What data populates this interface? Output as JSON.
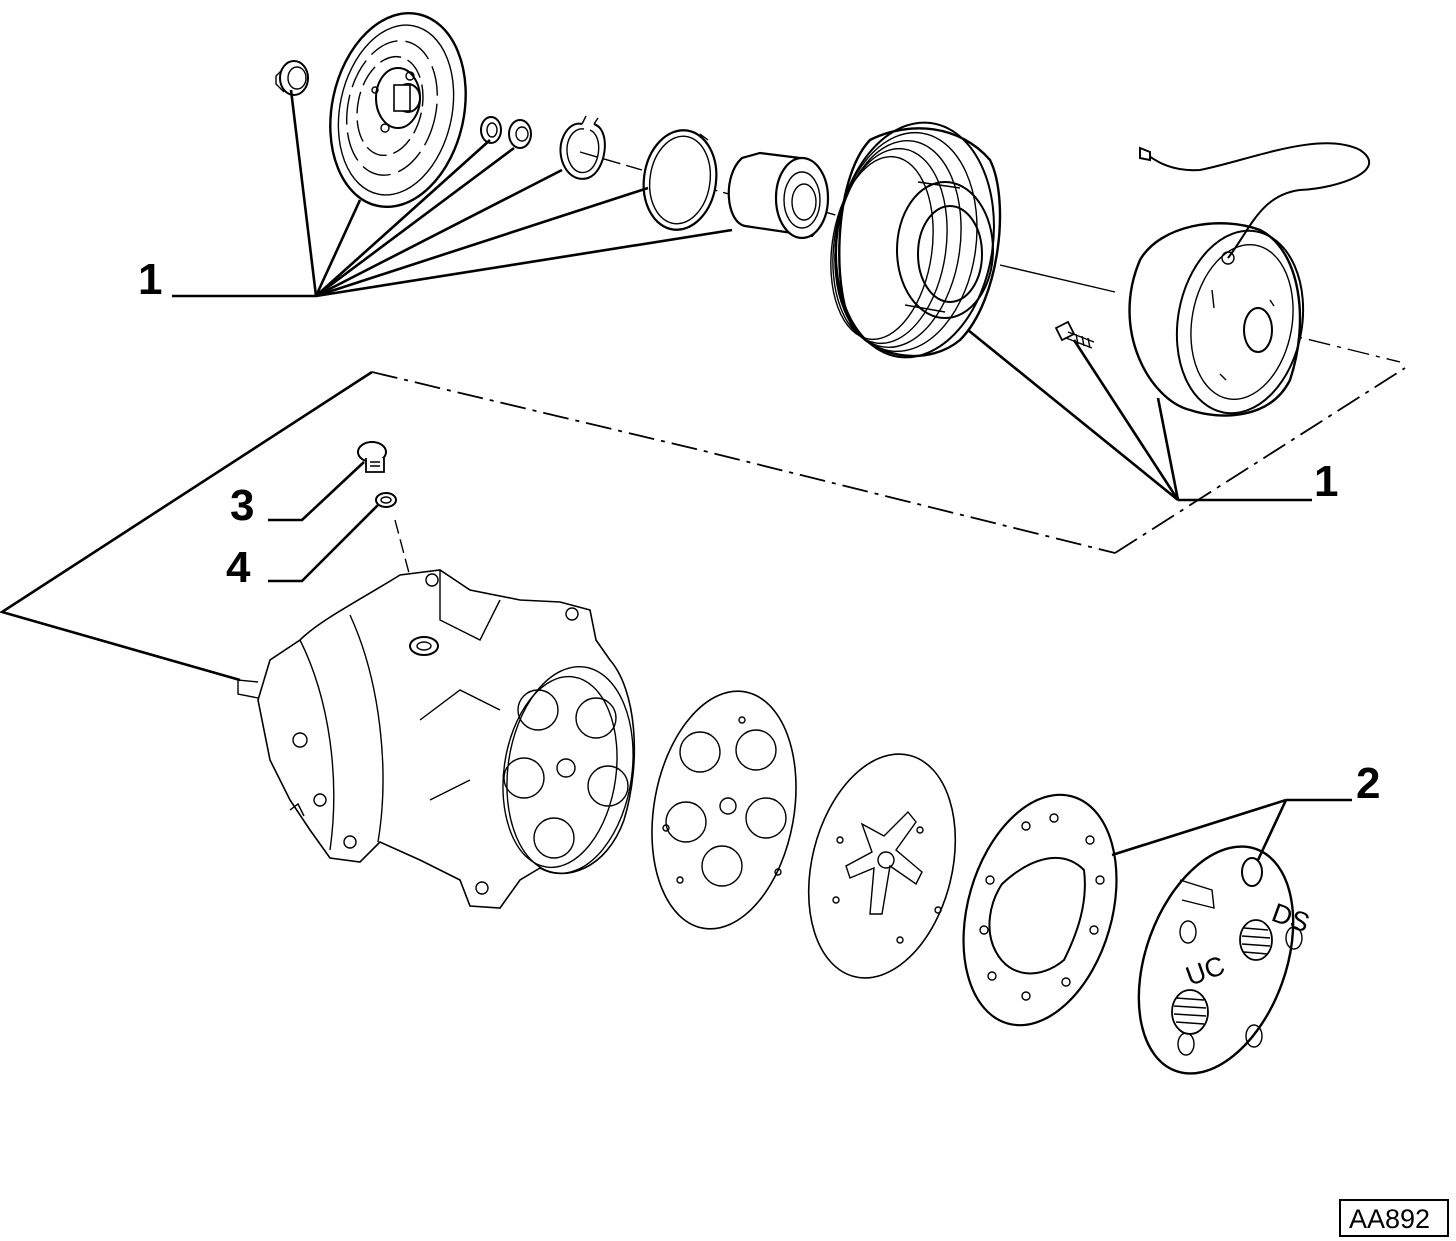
{
  "callouts": [
    {
      "id": "clutch-upper",
      "label": "1"
    },
    {
      "id": "clutch-lower",
      "label": "1"
    },
    {
      "id": "rear-head-kit",
      "label": "2"
    },
    {
      "id": "oil-plug",
      "label": "3"
    },
    {
      "id": "oil-plug-washer",
      "label": "4"
    }
  ],
  "head_markings": {
    "suction": "UC",
    "discharge": "DS"
  },
  "reference_code": "AA892",
  "colors": {
    "line": "#000000",
    "background": "#ffffff"
  }
}
